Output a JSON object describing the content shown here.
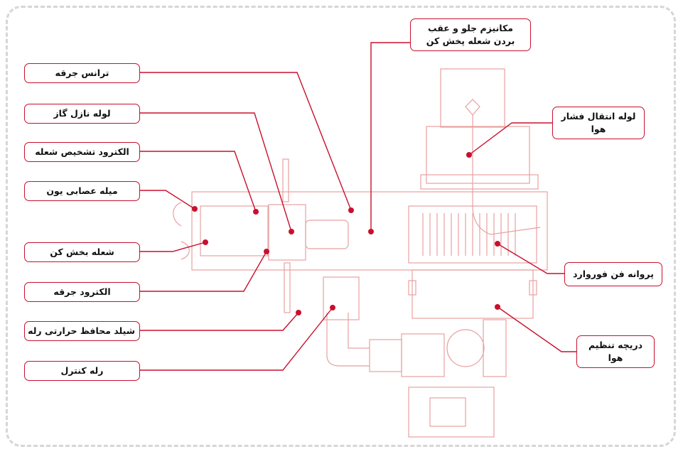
{
  "colors": {
    "accent": "#c8102e",
    "drawing": "#e8a0a0",
    "frame": "#d6d6d6"
  },
  "labels": {
    "mechanism": {
      "line1": "مکانیزم جلو و عقب",
      "line2": "بردن شعله پخش کن"
    },
    "ignition_transformer": {
      "text": "ترانس جرقه"
    },
    "gas_nozzle_pipe": {
      "text": "لوله نازل گاز"
    },
    "flame_detect_electrode": {
      "text": "الکترود تشخیص شعله"
    },
    "ion_rod": {
      "text": "میله عصابی یون"
    },
    "flame_diffuser": {
      "text": "شعله بخش کن"
    },
    "ignition_electrode": {
      "text": "الکترود جرقه"
    },
    "relay_heat_shield": {
      "text": "شیلد محافظ حرارتی رله"
    },
    "control_relay": {
      "text": "رله کنترل"
    },
    "air_pressure_tube": {
      "line1": "لوله انتقال فشار",
      "line2": "هوا"
    },
    "forward_fan": {
      "text": "پروانه فن فوروارد"
    },
    "air_damper": {
      "line1": "دریچه تنظیم",
      "line2": "هوا"
    }
  }
}
